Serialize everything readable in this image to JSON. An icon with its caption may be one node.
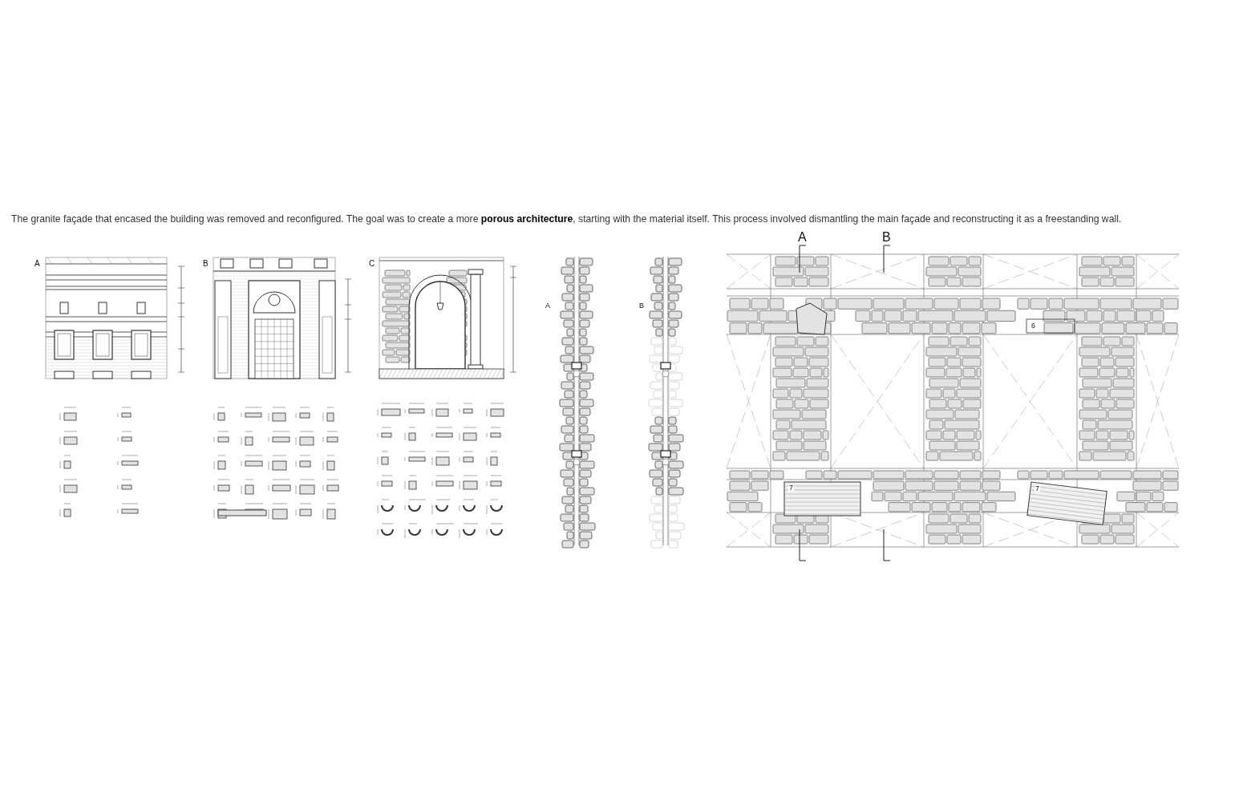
{
  "diagram": {
    "caption": "The granite façade that encased the building was removed and reconfigured. The goal was to create a more **porous architecture**, starting with the material itself. This process involved dismantling the main façade and reconstructing it as a freestanding wall.",
    "labels": [
      "A",
      "B",
      "C",
      "A",
      "B",
      "A",
      "B",
      "6",
      "7",
      "7"
    ]
  }
}
